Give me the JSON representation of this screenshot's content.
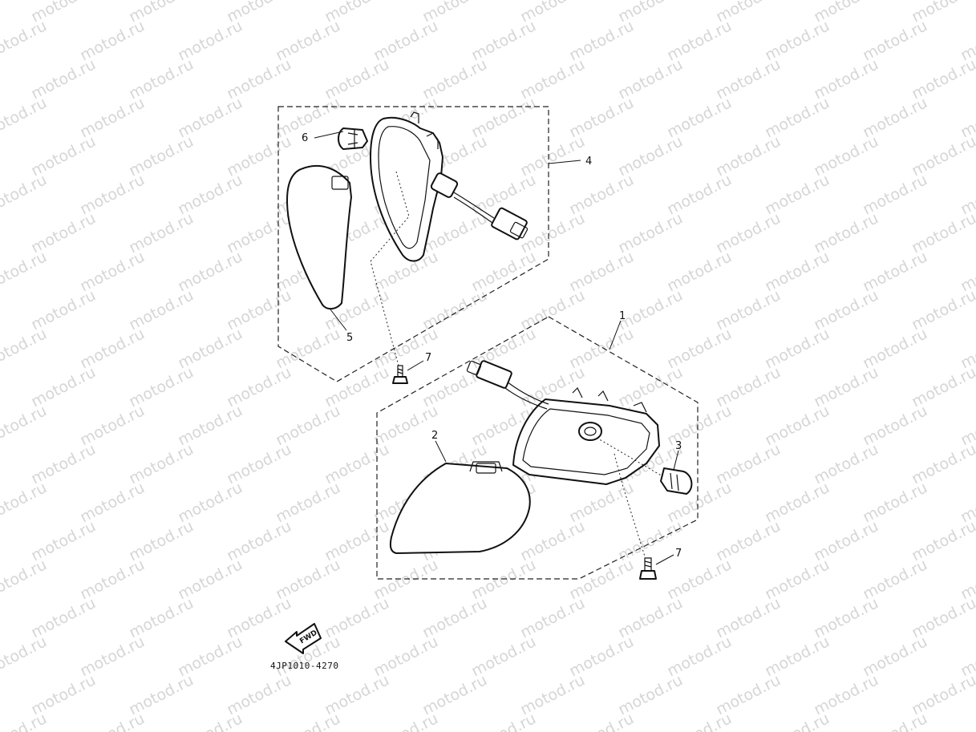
{
  "watermark": {
    "text": "motod.ru",
    "color": "#d6d6d6"
  },
  "callouts": {
    "p1": "1",
    "p2": "2",
    "p3": "3",
    "p4": "4",
    "p5": "5",
    "p6": "6",
    "p7a": "7",
    "p7b": "7"
  },
  "fwd_label": "FWD",
  "drawing_code": "4JP1010-4270"
}
